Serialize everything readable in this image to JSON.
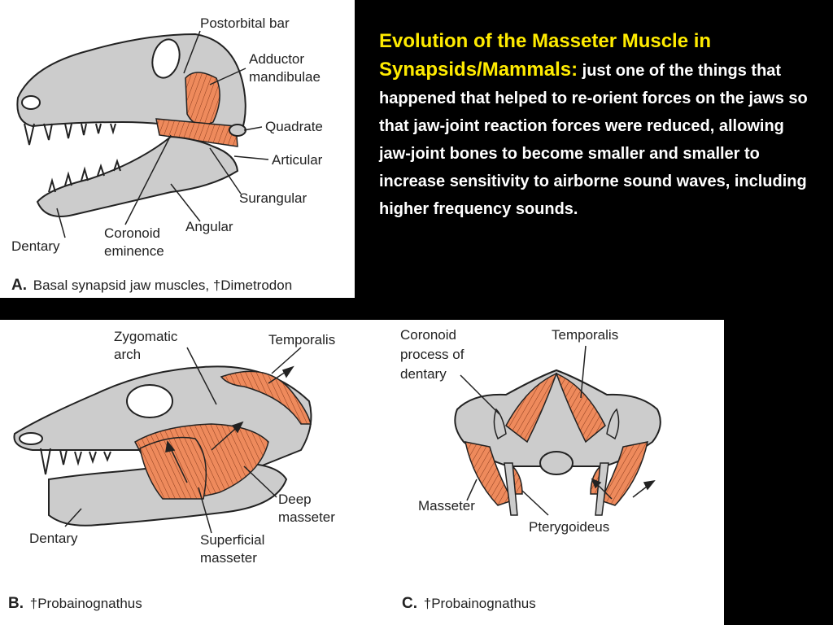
{
  "slide": {
    "heading": "Evolution of the Masseter Muscle in Synapsids/Mammals:",
    "body": "just one of the things that happened that helped to re-orient forces on the jaws so that jaw-joint reaction forces were reduced, allowing jaw-joint bones to become smaller and smaller to increase sensitivity to airborne sound waves, including higher frequency sounds.",
    "heading_color": "#ffeb00",
    "body_color": "#ffffff",
    "background": "#000000"
  },
  "colors": {
    "bone": "#cccccc",
    "muscle": "#ee8a5c",
    "outline": "#222222"
  },
  "panel_a": {
    "labels": {
      "postorbital_bar": "Postorbital bar",
      "adductor_1": "Adductor",
      "adductor_2": "mandibulae",
      "quadrate": "Quadrate",
      "articular": "Articular",
      "surangular": "Surangular",
      "angular": "Angular",
      "coronoid_1": "Coronoid",
      "coronoid_2": "eminence",
      "dentary": "Dentary"
    },
    "caption_letter": "A.",
    "caption_text": "Basal synapsid jaw muscles, †Dimetrodon"
  },
  "panel_b": {
    "labels": {
      "zygomatic_1": "Zygomatic",
      "zygomatic_2": "arch",
      "temporalis": "Temporalis",
      "deep_1": "Deep",
      "deep_2": "masseter",
      "superficial_1": "Superficial",
      "superficial_2": "masseter",
      "dentary": "Dentary"
    },
    "caption_letter": "B.",
    "caption_text": "†Probainognathus"
  },
  "panel_c": {
    "labels": {
      "coronoid_1": "Coronoid",
      "coronoid_2": "process of",
      "coronoid_3": "dentary",
      "temporalis": "Temporalis",
      "masseter": "Masseter",
      "pterygoideus": "Pterygoideus"
    },
    "caption_letter": "C.",
    "caption_text": "†Probainognathus"
  }
}
